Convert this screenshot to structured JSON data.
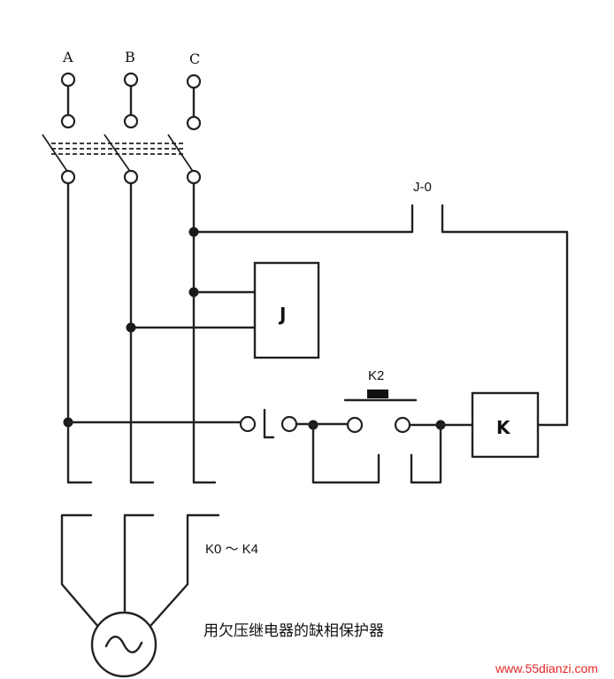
{
  "phases": [
    "A",
    "B",
    "C"
  ],
  "relay_contact_label": "J-0",
  "relay_coil_label": "J",
  "button_label": "K2",
  "contactor_coil_label": "K",
  "main_contacts_label": "K0 ～ K4",
  "caption": "用欠压继电器的缺相保护器",
  "watermark": "www.55dianzi.com"
}
